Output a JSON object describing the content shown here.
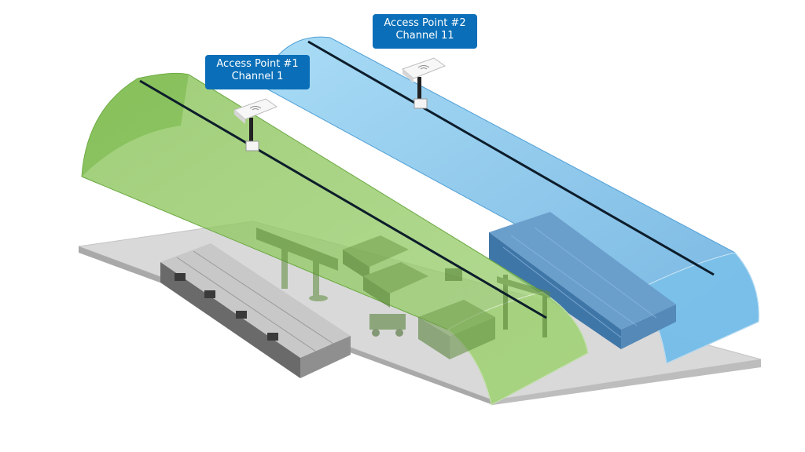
{
  "access_points": [
    {
      "title": "Access Point #1",
      "channel": "Channel 1"
    },
    {
      "title": "Access Point #2",
      "channel": "Channel 11"
    }
  ],
  "colors": {
    "ap1_coverage": "#86c05a",
    "ap2_coverage": "#7cc6ee",
    "label_bg": "#0a6fb8",
    "floor": "#d7d7d7",
    "cable": "#0d1d2b",
    "dark_containers": "#5c5c5c",
    "blue_containers": "#4f86b8"
  },
  "icons": [
    "wifi-access-point-icon",
    "forklift-icon",
    "gantry-crane-icon",
    "shipping-container-icon"
  ]
}
